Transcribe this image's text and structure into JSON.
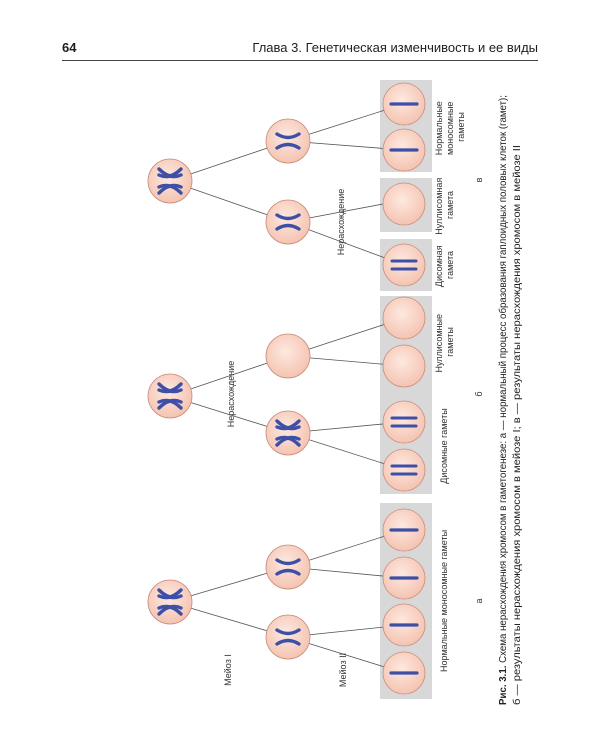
{
  "header": {
    "page_number": "64",
    "chapter_title": "Глава 3. Генетическая изменчивость и ее виды"
  },
  "figure": {
    "meiosis_1_label": "Мейоз I",
    "meiosis_2_label": "Мейоз II",
    "panel_a": {
      "letter": "а",
      "gametes_label": "Нормальные моносомные гаметы"
    },
    "panel_b": {
      "letter": "б",
      "nondisjunction_label": "Нерасхождение",
      "disomic_label": "Дисомные гаметы",
      "nullisomic_label_lines": [
        "Нуллисомные",
        "гаметы"
      ]
    },
    "panel_c": {
      "letter": "в",
      "nondisjunction_label": "Нерасхождение",
      "disomic_label_lines": [
        "Дисомная",
        "гамета"
      ],
      "nullisomic_label_lines": [
        "Нуллисомная",
        "гамета"
      ],
      "normal_label_lines": [
        "Нормальные",
        "моносомные",
        "гаметы"
      ]
    }
  },
  "caption": {
    "label": "Рис. 3.1.",
    "line1": "Схема нерасхождения хромосом в гаметогенезе: а — нормальный процесс образования гаплоидных половых клеток (гамет);",
    "line2": "б — результаты нерасхождения хромосом в мейозе I; в — результаты нерасхождения хромосом в мейозе II"
  },
  "colors": {
    "cell_fill": "#f8cfbf",
    "cell_stroke": "#c98b7a",
    "chromosome": "#3e4fa8",
    "gamete_band": "#d8d8d8"
  }
}
